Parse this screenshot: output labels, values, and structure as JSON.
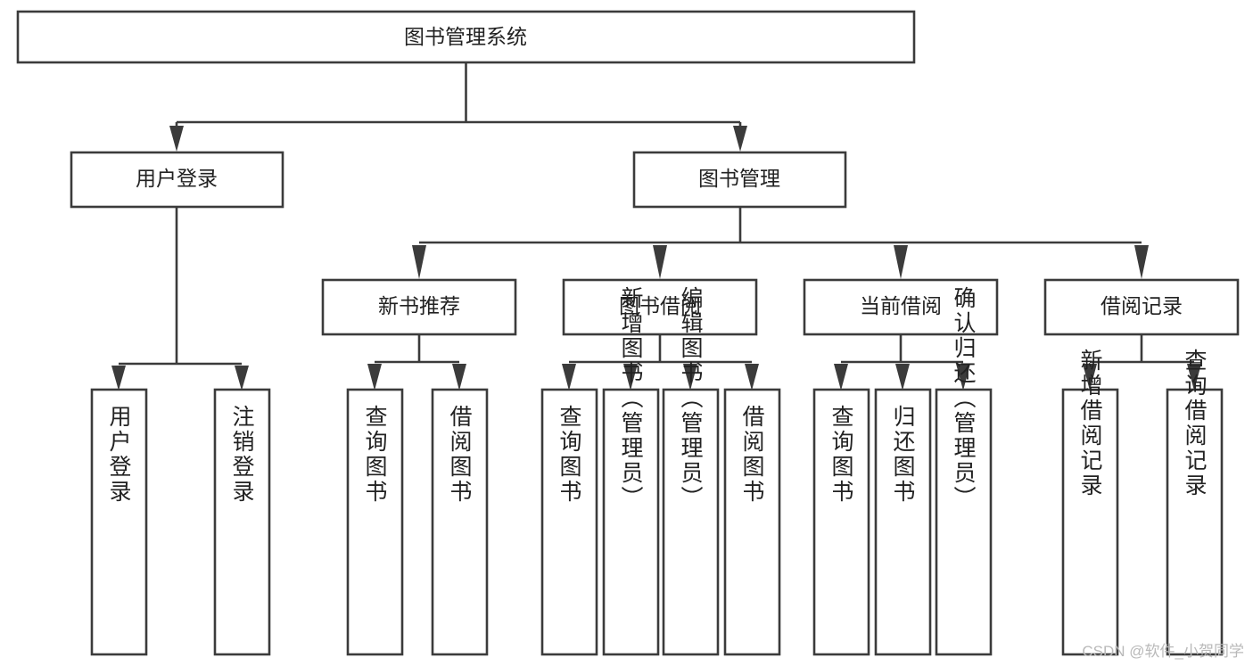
{
  "diagram": {
    "type": "tree-hierarchy-flowchart",
    "title": "图书管理系统",
    "watermark": "CSDN @软件_小贺同学",
    "colors": {
      "stroke": "#3b3b3b",
      "fill": "#ffffff",
      "text": "#222222",
      "watermark": "#b9b9b9"
    },
    "levels": [
      {
        "level": 0,
        "nodes": [
          {
            "id": "root",
            "label": "图书管理系统",
            "orientation": "horizontal"
          }
        ]
      },
      {
        "level": 1,
        "nodes": [
          {
            "id": "login",
            "label": "用户登录",
            "orientation": "horizontal",
            "parent": "root"
          },
          {
            "id": "bookmgmt",
            "label": "图书管理",
            "orientation": "horizontal",
            "parent": "root"
          }
        ]
      },
      {
        "level": 2,
        "nodes": [
          {
            "id": "newbook",
            "label": "新书推荐",
            "orientation": "horizontal",
            "parent": "bookmgmt"
          },
          {
            "id": "borrow",
            "label": "图书借阅",
            "orientation": "horizontal",
            "parent": "bookmgmt"
          },
          {
            "id": "current",
            "label": "当前借阅",
            "orientation": "horizontal",
            "parent": "bookmgmt"
          },
          {
            "id": "records",
            "label": "借阅记录",
            "orientation": "horizontal",
            "parent": "bookmgmt"
          }
        ]
      },
      {
        "level": 3,
        "nodes": [
          {
            "id": "leaf-1",
            "label": "用户登录",
            "orientation": "vertical",
            "parent": "login"
          },
          {
            "id": "leaf-2",
            "label": "注销登录",
            "orientation": "vertical",
            "parent": "login"
          },
          {
            "id": "leaf-3",
            "label": "查询图书",
            "orientation": "vertical",
            "parent": "newbook"
          },
          {
            "id": "leaf-4",
            "label": "借阅图书",
            "orientation": "vertical",
            "parent": "newbook"
          },
          {
            "id": "leaf-5",
            "label": "查询图书",
            "orientation": "vertical",
            "parent": "borrow"
          },
          {
            "id": "leaf-6",
            "label": "新增图书（管理员）",
            "orientation": "vertical",
            "parent": "borrow"
          },
          {
            "id": "leaf-7",
            "label": "编辑图书（管理员）",
            "orientation": "vertical",
            "parent": "borrow"
          },
          {
            "id": "leaf-8",
            "label": "借阅图书",
            "orientation": "vertical",
            "parent": "borrow"
          },
          {
            "id": "leaf-9",
            "label": "查询图书",
            "orientation": "vertical",
            "parent": "current"
          },
          {
            "id": "leaf-10",
            "label": "归还图书",
            "orientation": "vertical",
            "parent": "current"
          },
          {
            "id": "leaf-11",
            "label": "确认归还（管理员）",
            "orientation": "vertical",
            "parent": "current"
          },
          {
            "id": "leaf-12",
            "label": "新增借阅记录",
            "orientation": "vertical",
            "parent": "records"
          },
          {
            "id": "leaf-13",
            "label": "查询借阅记录",
            "orientation": "vertical",
            "parent": "records"
          }
        ]
      }
    ]
  }
}
